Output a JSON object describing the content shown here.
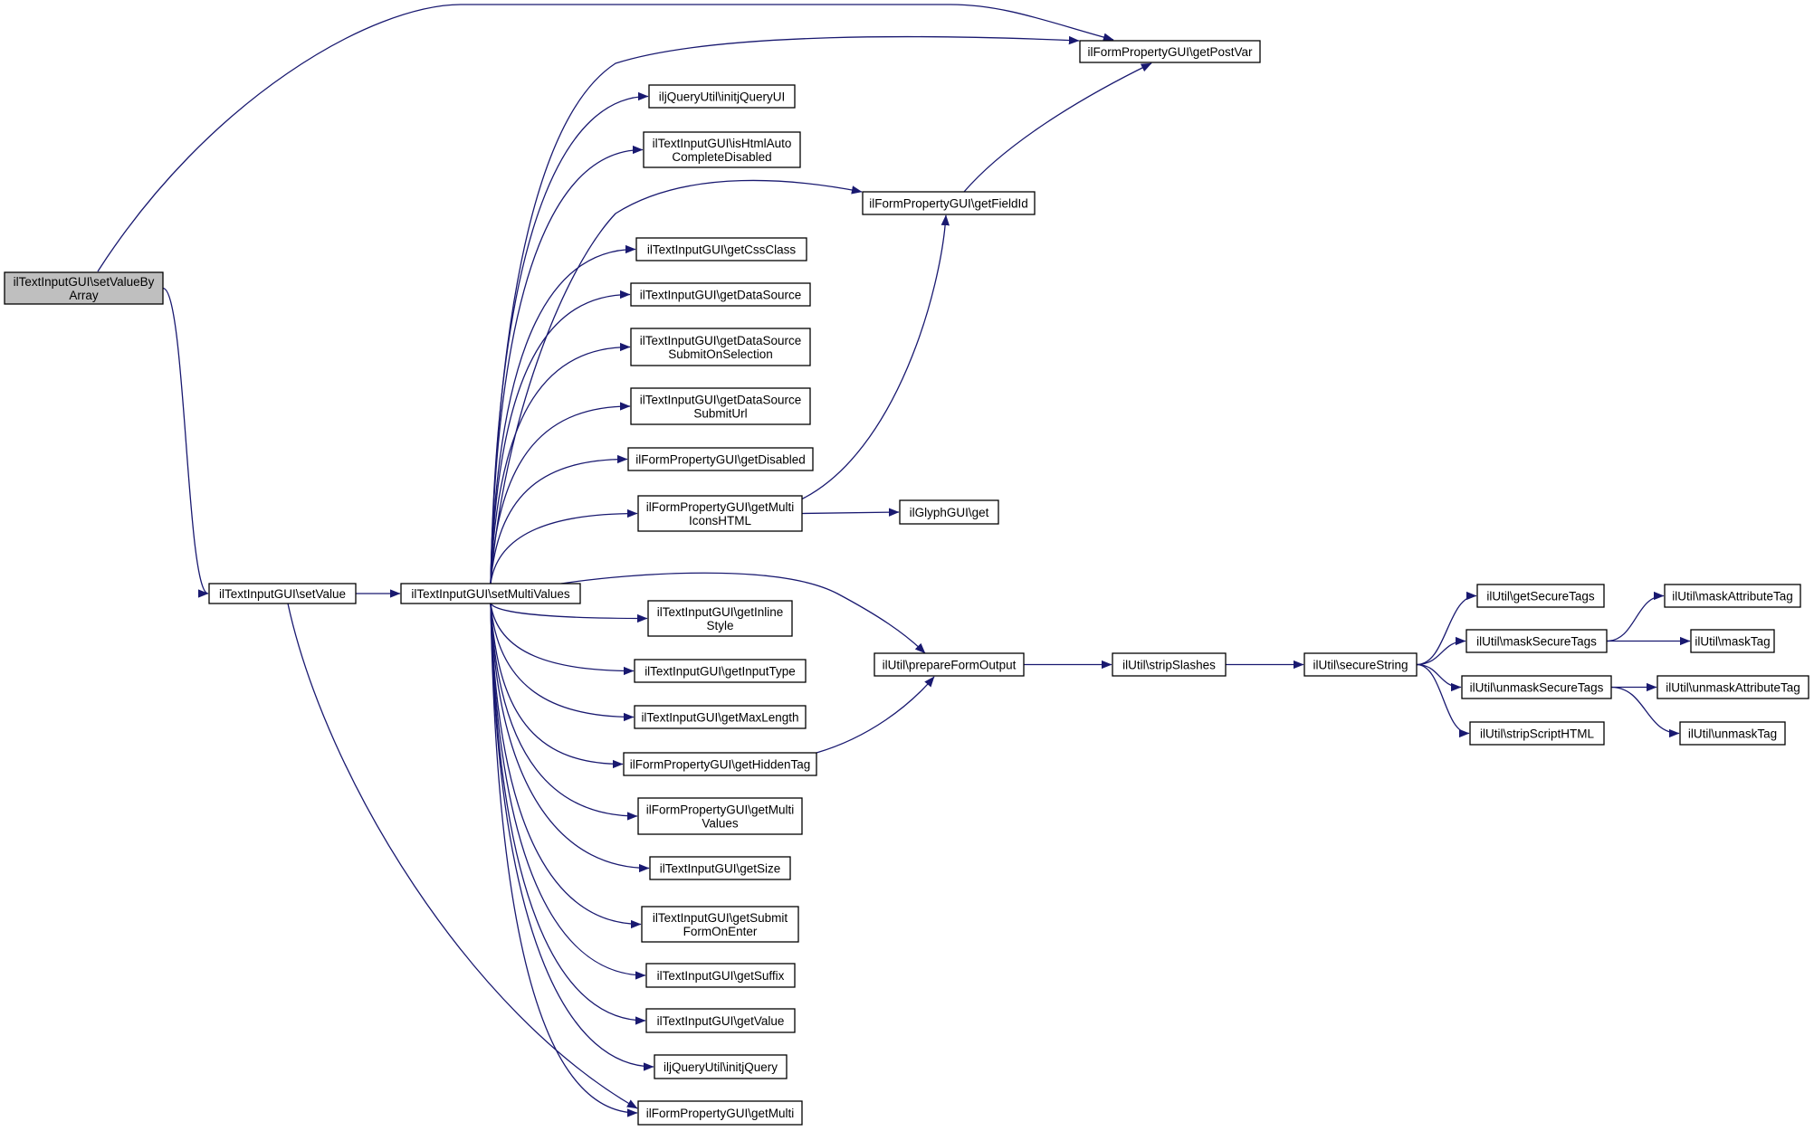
{
  "nodes": [
    {
      "id": "root",
      "lines": [
        "ilTextInputGUI\\setValueBy",
        "Array"
      ],
      "root": true
    },
    {
      "id": "setValue",
      "lines": [
        "ilTextInputGUI\\setValue"
      ]
    },
    {
      "id": "setMultiValues",
      "lines": [
        "ilTextInputGUI\\setMultiValues"
      ]
    },
    {
      "id": "getPostVar",
      "lines": [
        "ilFormPropertyGUI\\getPostVar"
      ]
    },
    {
      "id": "initjQueryUI",
      "lines": [
        "iljQueryUtil\\initjQueryUI"
      ]
    },
    {
      "id": "isHtmlAuto",
      "lines": [
        "ilTextInputGUI\\isHtmlAuto",
        "CompleteDisabled"
      ]
    },
    {
      "id": "getFieldId",
      "lines": [
        "ilFormPropertyGUI\\getFieldId"
      ]
    },
    {
      "id": "getCssClass",
      "lines": [
        "ilTextInputGUI\\getCssClass"
      ]
    },
    {
      "id": "getDataSource",
      "lines": [
        "ilTextInputGUI\\getDataSource"
      ]
    },
    {
      "id": "getDSSubmitOnSel",
      "lines": [
        "ilTextInputGUI\\getDataSource",
        "SubmitOnSelection"
      ]
    },
    {
      "id": "getDSSubmitUrl",
      "lines": [
        "ilTextInputGUI\\getDataSource",
        "SubmitUrl"
      ]
    },
    {
      "id": "getDisabled",
      "lines": [
        "ilFormPropertyGUI\\getDisabled"
      ]
    },
    {
      "id": "getMultiIcons",
      "lines": [
        "ilFormPropertyGUI\\getMulti",
        "IconsHTML"
      ]
    },
    {
      "id": "glyphGet",
      "lines": [
        "ilGlyphGUI\\get"
      ]
    },
    {
      "id": "getInlineStyle",
      "lines": [
        "ilTextInputGUI\\getInline",
        "Style"
      ]
    },
    {
      "id": "getInputType",
      "lines": [
        "ilTextInputGUI\\getInputType"
      ]
    },
    {
      "id": "getMaxLength",
      "lines": [
        "ilTextInputGUI\\getMaxLength"
      ]
    },
    {
      "id": "getHiddenTag",
      "lines": [
        "ilFormPropertyGUI\\getHiddenTag"
      ]
    },
    {
      "id": "getMultiValues",
      "lines": [
        "ilFormPropertyGUI\\getMulti",
        "Values"
      ]
    },
    {
      "id": "getSize",
      "lines": [
        "ilTextInputGUI\\getSize"
      ]
    },
    {
      "id": "getSubmitForm",
      "lines": [
        "ilTextInputGUI\\getSubmit",
        "FormOnEnter"
      ]
    },
    {
      "id": "getSuffix",
      "lines": [
        "ilTextInputGUI\\getSuffix"
      ]
    },
    {
      "id": "getValue",
      "lines": [
        "ilTextInputGUI\\getValue"
      ]
    },
    {
      "id": "initjQuery",
      "lines": [
        "iljQueryUtil\\initjQuery"
      ]
    },
    {
      "id": "getMulti",
      "lines": [
        "ilFormPropertyGUI\\getMulti"
      ]
    },
    {
      "id": "prepareFormOutput",
      "lines": [
        "ilUtil\\prepareFormOutput"
      ]
    },
    {
      "id": "stripSlashes",
      "lines": [
        "ilUtil\\stripSlashes"
      ]
    },
    {
      "id": "secureString",
      "lines": [
        "ilUtil\\secureString"
      ]
    },
    {
      "id": "getSecureTags",
      "lines": [
        "ilUtil\\getSecureTags"
      ]
    },
    {
      "id": "maskSecureTags",
      "lines": [
        "ilUtil\\maskSecureTags"
      ]
    },
    {
      "id": "unmaskSecureTags",
      "lines": [
        "ilUtil\\unmaskSecureTags"
      ]
    },
    {
      "id": "stripScriptHTML",
      "lines": [
        "ilUtil\\stripScriptHTML"
      ]
    },
    {
      "id": "maskAttributeTag",
      "lines": [
        "ilUtil\\maskAttributeTag"
      ]
    },
    {
      "id": "maskTag",
      "lines": [
        "ilUtil\\maskTag"
      ]
    },
    {
      "id": "unmaskAttributeTag",
      "lines": [
        "ilUtil\\unmaskAttributeTag"
      ]
    },
    {
      "id": "unmaskTag",
      "lines": [
        "ilUtil\\unmaskTag"
      ]
    }
  ],
  "edges": [
    [
      "root",
      "getPostVar"
    ],
    [
      "root",
      "setValue"
    ],
    [
      "setValue",
      "setMultiValues"
    ],
    [
      "setValue",
      "getMulti"
    ],
    [
      "setMultiValues",
      "getPostVar"
    ],
    [
      "setMultiValues",
      "initjQueryUI"
    ],
    [
      "setMultiValues",
      "isHtmlAuto"
    ],
    [
      "setMultiValues",
      "getFieldId"
    ],
    [
      "setMultiValues",
      "getCssClass"
    ],
    [
      "setMultiValues",
      "getDataSource"
    ],
    [
      "setMultiValues",
      "getDSSubmitOnSel"
    ],
    [
      "setMultiValues",
      "getDSSubmitUrl"
    ],
    [
      "setMultiValues",
      "getDisabled"
    ],
    [
      "setMultiValues",
      "getMultiIcons"
    ],
    [
      "setMultiValues",
      "prepareFormOutput"
    ],
    [
      "setMultiValues",
      "getInlineStyle"
    ],
    [
      "setMultiValues",
      "getInputType"
    ],
    [
      "setMultiValues",
      "getMaxLength"
    ],
    [
      "setMultiValues",
      "getHiddenTag"
    ],
    [
      "setMultiValues",
      "getMultiValues"
    ],
    [
      "setMultiValues",
      "getSize"
    ],
    [
      "setMultiValues",
      "getSubmitForm"
    ],
    [
      "setMultiValues",
      "getSuffix"
    ],
    [
      "setMultiValues",
      "getValue"
    ],
    [
      "setMultiValues",
      "initjQuery"
    ],
    [
      "setMultiValues",
      "getMulti"
    ],
    [
      "getFieldId",
      "getPostVar"
    ],
    [
      "getMultiIcons",
      "getFieldId"
    ],
    [
      "getMultiIcons",
      "glyphGet"
    ],
    [
      "getHiddenTag",
      "prepareFormOutput"
    ],
    [
      "prepareFormOutput",
      "stripSlashes"
    ],
    [
      "stripSlashes",
      "secureString"
    ],
    [
      "secureString",
      "getSecureTags"
    ],
    [
      "secureString",
      "maskSecureTags"
    ],
    [
      "secureString",
      "unmaskSecureTags"
    ],
    [
      "secureString",
      "stripScriptHTML"
    ],
    [
      "maskSecureTags",
      "maskAttributeTag"
    ],
    [
      "maskSecureTags",
      "maskTag"
    ],
    [
      "unmaskSecureTags",
      "unmaskAttributeTag"
    ],
    [
      "unmaskSecureTags",
      "unmaskTag"
    ]
  ]
}
